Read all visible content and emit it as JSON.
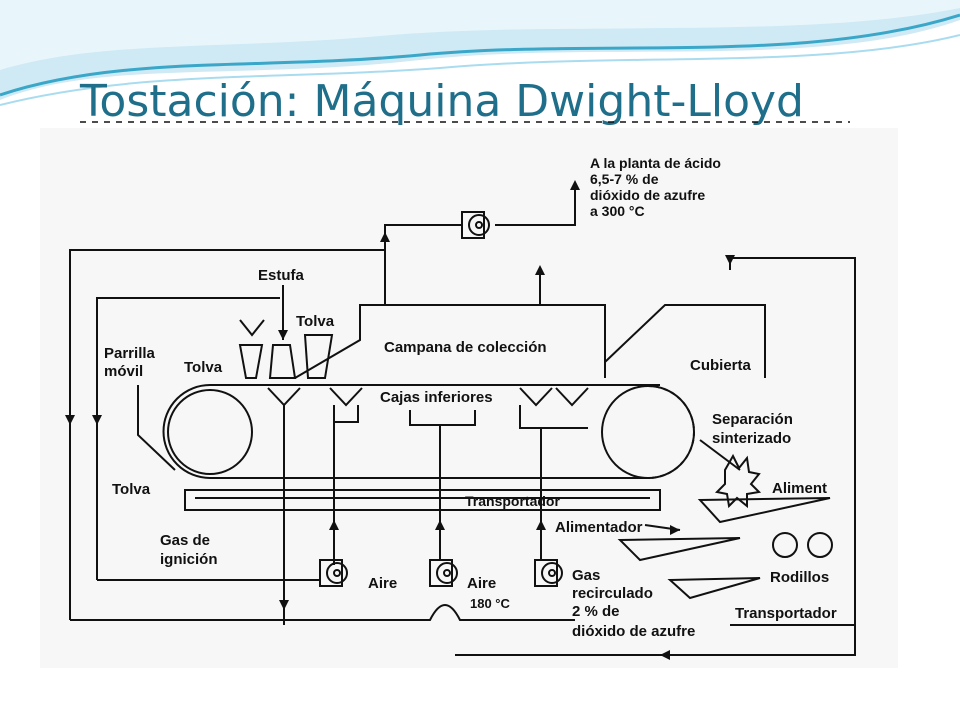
{
  "slide": {
    "title": "Tostación: Máquina Dwight-Lloyd"
  },
  "colors": {
    "title": "#1f6f8b",
    "wave_dark": "#3aa7c9",
    "wave_light": "#a9dcef",
    "ink": "#111111"
  },
  "diagram": {
    "labels": {
      "acid_plant_1": "A la planta de ácido",
      "acid_plant_2": "6,5-7 %  de",
      "acid_plant_3": "dióxido  de azufre",
      "acid_plant_4": "a  300 °C",
      "estufa": "Estufa",
      "tolva_top": "Tolva",
      "parrilla_1": "Parrilla",
      "parrilla_2": "móvil",
      "tolva_left": "Tolva",
      "campana": "Campana de colección",
      "cubierta": "Cubierta",
      "cajas": "Cajas inferiores",
      "separacion_1": "Separación",
      "separacion_2": "sinterizado",
      "tolva_bottom": "Tolva",
      "transportador_mid": "Transportador",
      "aliment": "Aliment",
      "alimentador": "Alimentador",
      "gas_ignicion_1": "Gas  de",
      "gas_ignicion_2": "ignición",
      "aire_1": "Aire",
      "aire_2": "Aire",
      "aire_2_temp": "180 °C",
      "gas_recirc_1": "Gas",
      "gas_recirc_2": "recirculado",
      "gas_recirc_3": "2 %  de",
      "gas_recirc_4": "dióxido de azufre",
      "rodillos": "Rodillos",
      "transportador_bottom": "Transportador"
    }
  }
}
